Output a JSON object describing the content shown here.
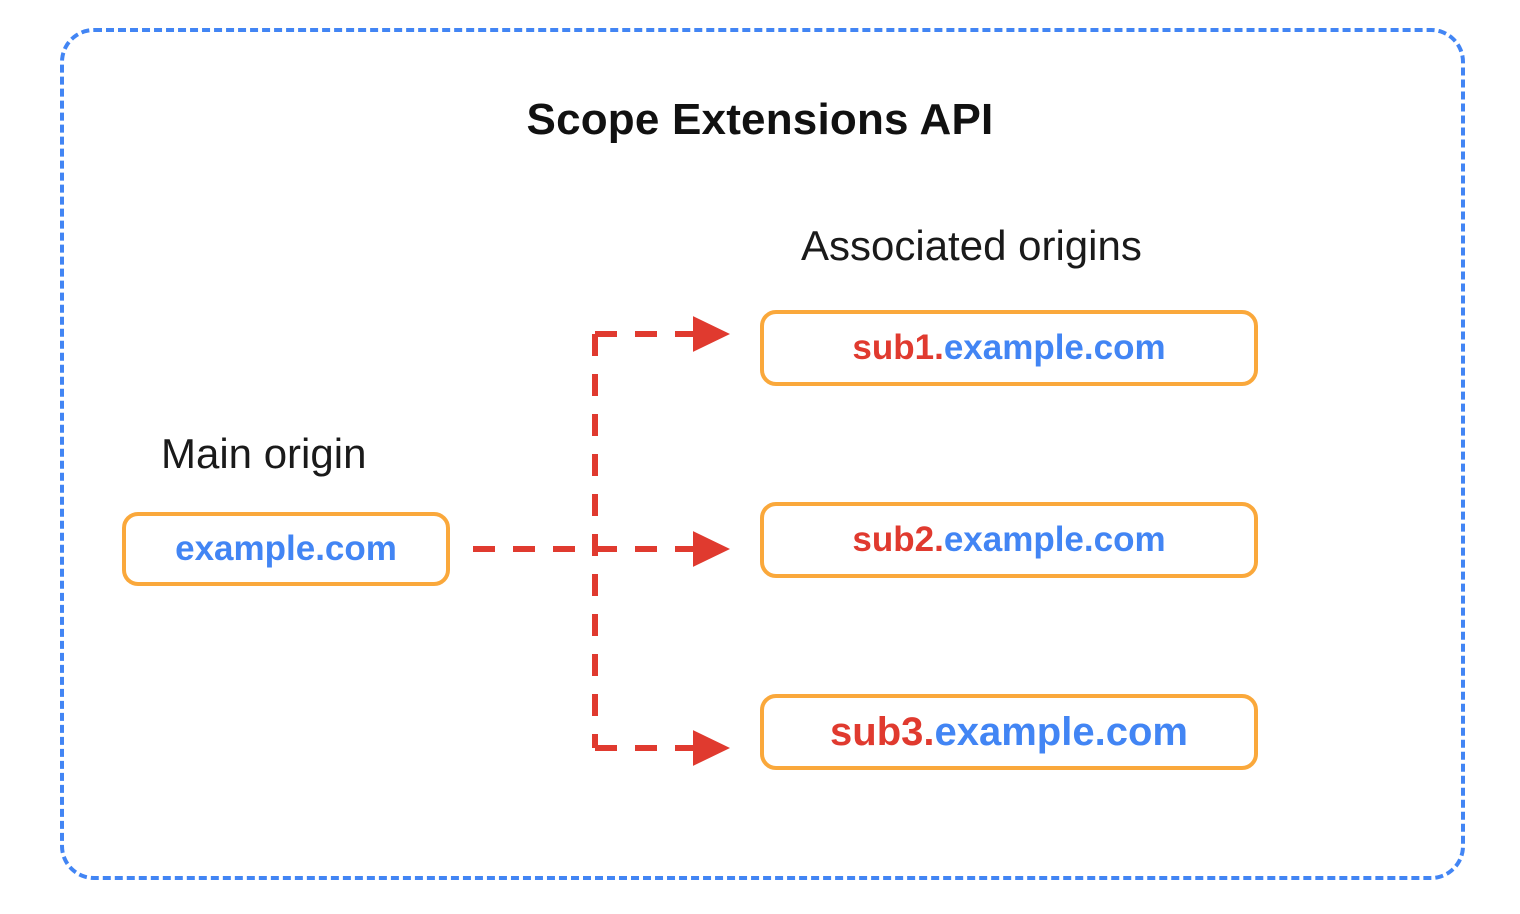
{
  "diagram": {
    "title": "Scope Extensions API",
    "type": "relationship-diagram",
    "labels": {
      "main_origin": "Main origin",
      "associated_origins": "Associated origins"
    },
    "main_origin": {
      "sub_part": "",
      "base_part": "example.com",
      "full": "example.com"
    },
    "associated_origins": [
      {
        "sub_part": "sub1.",
        "base_part": "example.com",
        "full": "sub1.example.com"
      },
      {
        "sub_part": "sub2.",
        "base_part": "example.com",
        "full": "sub2.example.com"
      },
      {
        "sub_part": "sub3.",
        "base_part": "example.com",
        "full": "sub3.example.com"
      }
    ],
    "colors": {
      "frame_border": "#4285F4",
      "box_border": "#FAA83B",
      "connector": "#E03A2F",
      "subdomain_text": "#E03A2F",
      "domain_text": "#4285F4",
      "title_text": "#111111",
      "background": "#FFFFFF"
    }
  }
}
